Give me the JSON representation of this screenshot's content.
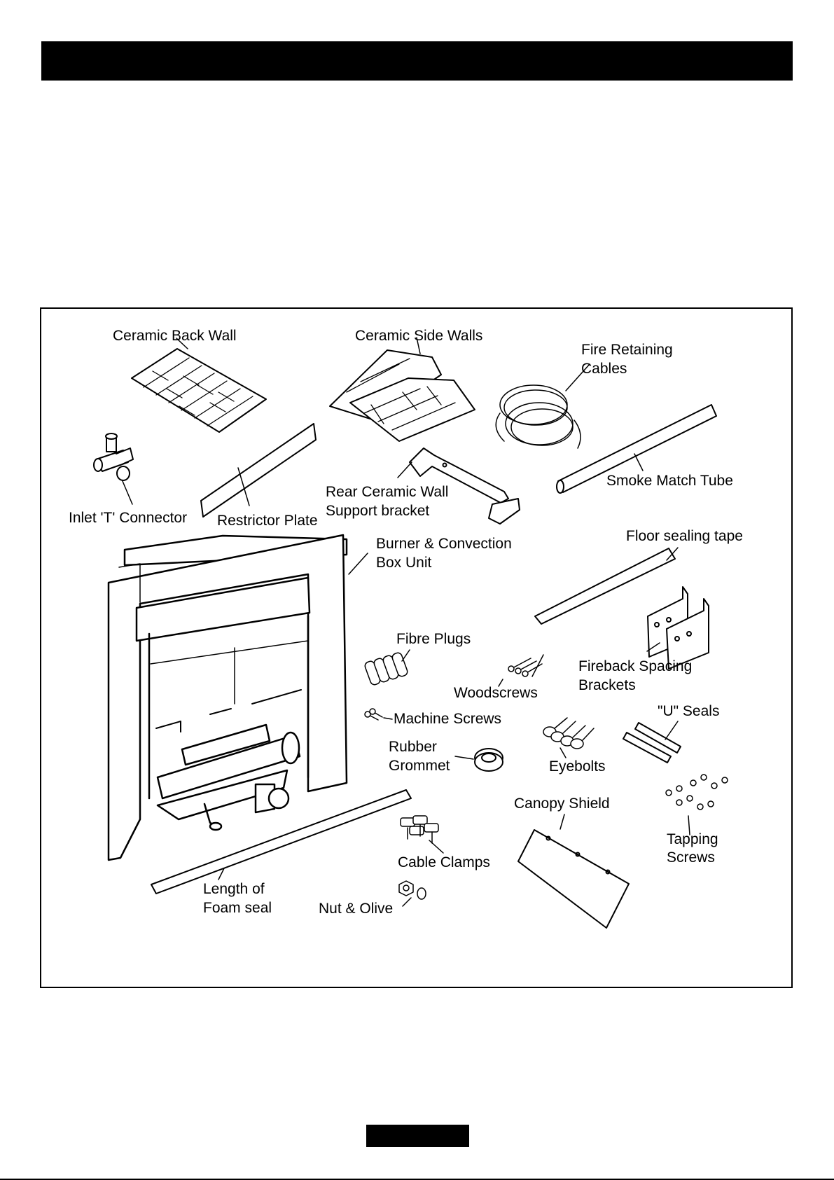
{
  "labels": {
    "ceramic_back_wall": "Ceramic Back Wall",
    "ceramic_side_walls": "Ceramic Side Walls",
    "fire_retaining_1": "Fire Retaining",
    "fire_retaining_2": "Cables",
    "inlet_t": "Inlet 'T' Connector",
    "restrictor_plate": "Restrictor Plate",
    "rear_wall_1": "Rear Ceramic Wall",
    "rear_wall_2": "Support bracket",
    "smoke_match": "Smoke Match Tube",
    "burner_1": "Burner & Convection",
    "burner_2": "Box Unit",
    "floor_tape": "Floor sealing tape",
    "fibre_plugs": "Fibre Plugs",
    "woodscrews": "Woodscrews",
    "fireback_1": "Fireback Spacing",
    "fireback_2": "Brackets",
    "machine_screws": "Machine Screws",
    "u_seals": "\"U\" Seals",
    "rubber_1": "Rubber",
    "rubber_2": "Grommet",
    "eyebolts": "Eyebolts",
    "canopy_shield": "Canopy Shield",
    "tapping_1": "Tapping",
    "tapping_2": "Screws",
    "cable_clamps": "Cable Clamps",
    "foam_1": "Length of",
    "foam_2": "Foam seal",
    "nut_olive": "Nut & Olive"
  }
}
